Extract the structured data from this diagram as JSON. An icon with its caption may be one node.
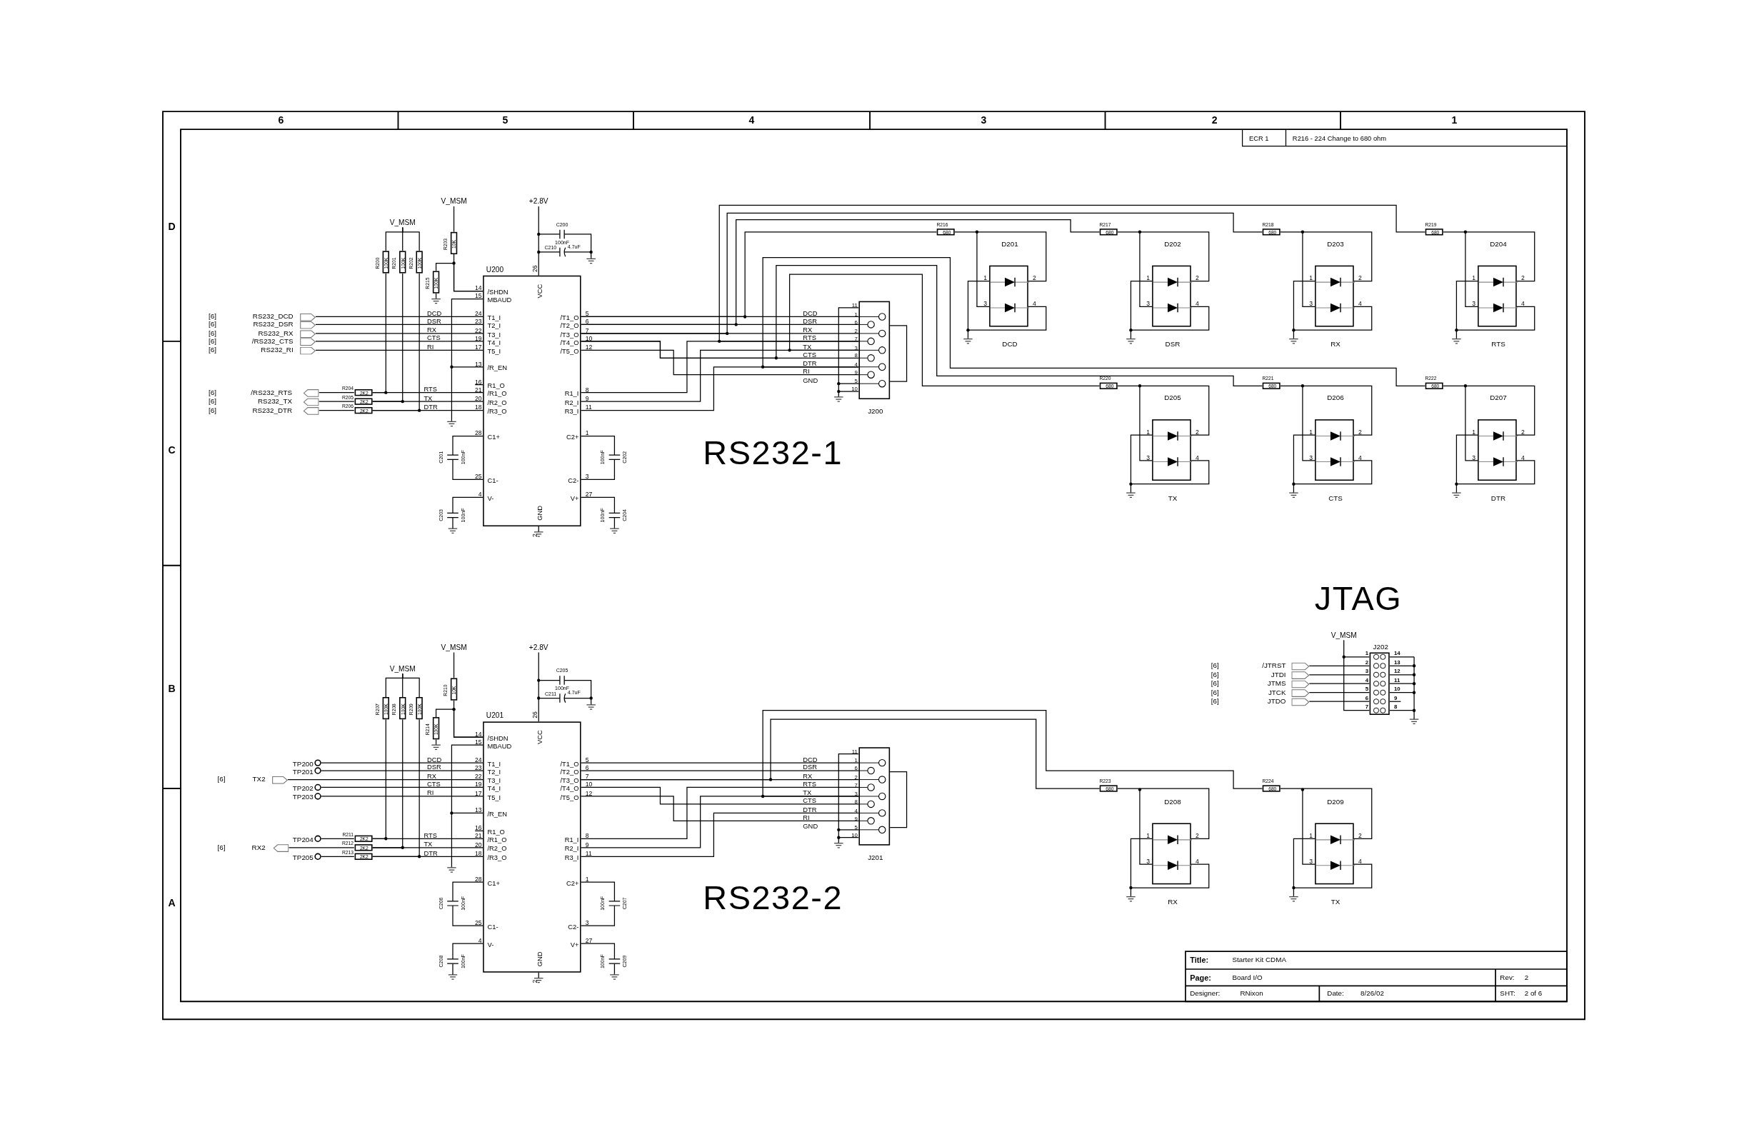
{
  "diagram": {
    "nodes": [
      {
        "text": [
          "V_MSM"
        ]
      },
      {
        "text": [
          "V_MSM"
        ]
      },
      {
        "text": [
          "+2.8V"
        ]
      },
      {
        "text": [
          "100K"
        ],
        "beside": [
          "R200"
        ]
      },
      {
        "text": [
          "100K"
        ],
        "beside": [
          "R201"
        ]
      },
      {
        "text": [
          "100K"
        ],
        "beside": [
          "R202"
        ]
      },
      {
        "text": [
          "10K"
        ],
        "beside": [
          "R203"
        ]
      },
      {
        "text": [
          "100K"
        ],
        "beside": [
          "R215"
        ]
      },
      {
        "text": [
          "U200",
          "/SHDN",
          "MBAUD",
          "T1_I",
          "T2_I",
          "T3_I",
          "T4_I",
          "T5_I",
          "/R_EN",
          "R1_O",
          "/R1_O",
          "/R2_O",
          "/R3_O",
          "C1+",
          "C1-",
          "V-",
          "VCC",
          "/T1_O",
          "/T2_O",
          "/T3_O",
          "/T4_O",
          "/T5_O",
          "R1_I",
          "R2_I",
          "R3_I",
          "C2+",
          "C2-",
          "V+",
          "GND"
        ],
        "beside": [
          "14",
          "15",
          "24",
          "23",
          "22",
          "19",
          "17",
          "13",
          "16",
          "21",
          "20",
          "18",
          "28",
          "25",
          "4",
          "26",
          "5",
          "6",
          "7",
          "10",
          "12",
          "8",
          "9",
          "11",
          "1",
          "3",
          "27",
          "2"
        ]
      },
      {
        "text": [
          "RS232_DCD"
        ]
      },
      {
        "text": [
          "RS232_DSR"
        ]
      },
      {
        "text": [
          "RS232_RX"
        ]
      },
      {
        "text": [
          "/RS232_CTS"
        ]
      },
      {
        "text": [
          "RS232_RI"
        ]
      },
      {
        "text": [
          "/RS232_RTS"
        ]
      },
      {
        "text": [
          "RS232_TX"
        ]
      },
      {
        "text": [
          "RS232_DTR"
        ]
      },
      {
        "text": [
          "2K2"
        ],
        "beside": [
          "R204"
        ]
      },
      {
        "text": [
          "2K2"
        ],
        "beside": [
          "R205"
        ]
      },
      {
        "text": [
          "2K2"
        ],
        "beside": [
          "R206"
        ]
      },
      {
        "text": [
          "J200"
        ],
        "beside": [
          "11",
          "1",
          "6",
          "2",
          "7",
          "3",
          "8",
          "4",
          "9",
          "5",
          "10"
        ]
      },
      {
        "text": [
          "680"
        ],
        "beside": [
          "R216"
        ]
      },
      {
        "text": [
          "680"
        ],
        "beside": [
          "R217"
        ]
      },
      {
        "text": [
          "680"
        ],
        "beside": [
          "R218"
        ]
      },
      {
        "text": [
          "680"
        ],
        "beside": [
          "R219"
        ]
      },
      {
        "text": [
          "680"
        ],
        "beside": [
          "R220"
        ]
      },
      {
        "text": [
          "680"
        ],
        "beside": [
          "R221"
        ]
      },
      {
        "text": [
          "680"
        ],
        "beside": [
          "R222"
        ]
      },
      {
        "text": [
          "D201"
        ],
        "beside": [
          "1",
          "2",
          "3",
          "4",
          "DCD"
        ]
      },
      {
        "text": [
          "D202"
        ],
        "beside": [
          "1",
          "2",
          "3",
          "4",
          "DSR"
        ]
      },
      {
        "text": [
          "D203"
        ],
        "beside": [
          "1",
          "2",
          "3",
          "4",
          "RX"
        ]
      },
      {
        "text": [
          "D204"
        ],
        "beside": [
          "1",
          "2",
          "3",
          "4",
          "RTS"
        ]
      },
      {
        "text": [
          "D205"
        ],
        "beside": [
          "1",
          "2",
          "3",
          "4",
          "TX"
        ]
      },
      {
        "text": [
          "D206"
        ],
        "beside": [
          "1",
          "2",
          "3",
          "4",
          "CTS"
        ]
      },
      {
        "text": [
          "D207"
        ],
        "beside": [
          "1",
          "2",
          "3",
          "4",
          "DTR"
        ]
      },
      {
        "text": [
          "V_MSM"
        ]
      },
      {
        "text": [
          "V_MSM"
        ]
      },
      {
        "text": [
          "+2.8V"
        ]
      },
      {
        "text": [
          "100K"
        ],
        "beside": [
          "R207"
        ]
      },
      {
        "text": [
          "100K"
        ],
        "beside": [
          "R208"
        ]
      },
      {
        "text": [
          "100K"
        ],
        "beside": [
          "R209"
        ]
      },
      {
        "text": [
          "10K"
        ],
        "beside": [
          "R210"
        ]
      },
      {
        "text": [
          "100K"
        ],
        "beside": [
          "R214"
        ]
      },
      {
        "text": [
          "U201",
          "/SHDN",
          "MBAUD",
          "T1_I",
          "T2_I",
          "T3_I",
          "T4_I",
          "T5_I",
          "/R_EN",
          "R1_O",
          "/R1_O",
          "/R2_O",
          "/R3_O",
          "C1+",
          "C1-",
          "V-",
          "VCC",
          "/T1_O",
          "/T2_O",
          "/T3_O",
          "/T4_O",
          "/T5_O",
          "R1_I",
          "R2_I",
          "R3_I",
          "C2+",
          "C2-",
          "V+",
          "GND"
        ],
        "beside": [
          "14",
          "15",
          "24",
          "23",
          "22",
          "19",
          "17",
          "13",
          "16",
          "21",
          "20",
          "18",
          "28",
          "25",
          "4",
          "26",
          "5",
          "6",
          "7",
          "10",
          "12",
          "8",
          "9",
          "11",
          "1",
          "3",
          "27",
          "2"
        ]
      },
      {
        "text": [
          "TP200"
        ]
      },
      {
        "text": [
          "TP201"
        ]
      },
      {
        "text": [
          "TP202"
        ]
      },
      {
        "text": [
          "TP203"
        ]
      },
      {
        "text": [
          "TP204"
        ]
      },
      {
        "text": [
          "TP205"
        ]
      },
      {
        "text": [
          "TX2"
        ]
      },
      {
        "text": [
          "RX2"
        ]
      },
      {
        "text": [
          "2K2"
        ],
        "beside": [
          "R211"
        ]
      },
      {
        "text": [
          "2K2"
        ],
        "beside": [
          "R212"
        ]
      },
      {
        "text": [
          "2K2"
        ],
        "beside": [
          "R213"
        ]
      },
      {
        "text": [
          "J201"
        ],
        "beside": [
          "11",
          "1",
          "6",
          "2",
          "7",
          "3",
          "8",
          "4",
          "9",
          "5",
          "10"
        ]
      },
      {
        "text": [
          "680"
        ],
        "beside": [
          "R223"
        ]
      },
      {
        "text": [
          "680"
        ],
        "beside": [
          "R224"
        ]
      },
      {
        "text": [
          "D208"
        ],
        "beside": [
          "1",
          "2",
          "3",
          "4",
          "RX"
        ]
      },
      {
        "text": [
          "D209"
        ],
        "beside": [
          "1",
          "2",
          "3",
          "4",
          "TX"
        ]
      },
      {
        "text": [
          "V_MSM"
        ]
      },
      {
        "text": [
          "J202"
        ],
        "beside": [
          "1",
          "2",
          "3",
          "4",
          "5",
          "6",
          "7",
          "14",
          "13",
          "12",
          "11",
          "10",
          "9",
          "8"
        ]
      },
      {
        "text": [
          "/JTRST"
        ]
      },
      {
        "text": [
          "JTDI"
        ]
      },
      {
        "text": [
          "JTMS"
        ]
      },
      {
        "text": [
          "JTCK"
        ]
      },
      {
        "text": [
          "JTDO"
        ]
      }
    ],
    "edges": [
      {
        "from": 0,
        "to": 3,
        "arrow": "none"
      },
      {
        "from": 0,
        "to": 4,
        "arrow": "none"
      },
      {
        "from": 0,
        "to": 5,
        "arrow": "none"
      },
      {
        "from": 1,
        "to": 6,
        "arrow": "none"
      },
      {
        "from": 6,
        "to": 8,
        "arrow": "none"
      },
      {
        "from": 7,
        "to": 8,
        "arrow": "none"
      },
      {
        "from": 2,
        "to": 8,
        "arrow": "none"
      },
      {
        "from": 9,
        "to": 8,
        "arrow": "none",
        "label": "DCD"
      },
      {
        "from": 10,
        "to": 8,
        "arrow": "none",
        "label": "DSR"
      },
      {
        "from": 11,
        "to": 8,
        "arrow": "none",
        "label": "RX"
      },
      {
        "from": 12,
        "to": 8,
        "arrow": "none",
        "label": "CTS"
      },
      {
        "from": 13,
        "to": 8,
        "arrow": "none",
        "label": "RI"
      },
      {
        "from": 8,
        "to": 17,
        "arrow": "none",
        "label": "RTS"
      },
      {
        "from": 8,
        "to": 18,
        "arrow": "none",
        "label": "TX"
      },
      {
        "from": 8,
        "to": 19,
        "arrow": "none",
        "label": "DTR"
      },
      {
        "from": 17,
        "to": 14,
        "arrow": "none"
      },
      {
        "from": 18,
        "to": 15,
        "arrow": "none"
      },
      {
        "from": 19,
        "to": 16,
        "arrow": "none"
      },
      {
        "from": 3,
        "to": 17,
        "arrow": "none"
      },
      {
        "from": 4,
        "to": 18,
        "arrow": "none"
      },
      {
        "from": 5,
        "to": 19,
        "arrow": "none"
      },
      {
        "from": 8,
        "to": 20,
        "arrow": "none",
        "label": "DCD"
      },
      {
        "from": 8,
        "to": 20,
        "arrow": "none",
        "label": "DSR"
      },
      {
        "from": 8,
        "to": 20,
        "arrow": "none",
        "label": "RX"
      },
      {
        "from": 8,
        "to": 20,
        "arrow": "none",
        "label": "CTS"
      },
      {
        "from": 8,
        "to": 20,
        "arrow": "none",
        "label": "RI"
      },
      {
        "from": 20,
        "to": 8,
        "arrow": "none",
        "label": "RTS"
      },
      {
        "from": 20,
        "to": 8,
        "arrow": "none",
        "label": "TX"
      },
      {
        "from": 20,
        "to": 8,
        "arrow": "none",
        "label": "DTR"
      },
      {
        "from": 8,
        "to": 21,
        "arrow": "none"
      },
      {
        "from": 8,
        "to": 22,
        "arrow": "none"
      },
      {
        "from": 8,
        "to": 23,
        "arrow": "none"
      },
      {
        "from": 20,
        "to": 24,
        "arrow": "none"
      },
      {
        "from": 20,
        "to": 25,
        "arrow": "none"
      },
      {
        "from": 8,
        "to": 26,
        "arrow": "none"
      },
      {
        "from": 20,
        "to": 27,
        "arrow": "none"
      },
      {
        "from": 21,
        "to": 28,
        "arrow": "none"
      },
      {
        "from": 22,
        "to": 29,
        "arrow": "none"
      },
      {
        "from": 23,
        "to": 30,
        "arrow": "none"
      },
      {
        "from": 24,
        "to": 31,
        "arrow": "none"
      },
      {
        "from": 25,
        "to": 32,
        "arrow": "none"
      },
      {
        "from": 26,
        "to": 33,
        "arrow": "none"
      },
      {
        "from": 27,
        "to": 34,
        "arrow": "none"
      },
      {
        "from": 35,
        "to": 38,
        "arrow": "none"
      },
      {
        "from": 35,
        "to": 39,
        "arrow": "none"
      },
      {
        "from": 35,
        "to": 40,
        "arrow": "none"
      },
      {
        "from": 36,
        "to": 41,
        "arrow": "none"
      },
      {
        "from": 41,
        "to": 43,
        "arrow": "none"
      },
      {
        "from": 42,
        "to": 43,
        "arrow": "none"
      },
      {
        "from": 37,
        "to": 43,
        "arrow": "none"
      },
      {
        "from": 44,
        "to": 43,
        "arrow": "none",
        "label": "DCD"
      },
      {
        "from": 45,
        "to": 43,
        "arrow": "none",
        "label": "DSR"
      },
      {
        "from": 50,
        "to": 43,
        "arrow": "none",
        "label": "RX"
      },
      {
        "from": 46,
        "to": 43,
        "arrow": "none",
        "label": "CTS"
      },
      {
        "from": 47,
        "to": 43,
        "arrow": "none",
        "label": "RI"
      },
      {
        "from": 43,
        "to": 52,
        "arrow": "none",
        "label": "RTS"
      },
      {
        "from": 43,
        "to": 53,
        "arrow": "none",
        "label": "TX"
      },
      {
        "from": 43,
        "to": 54,
        "arrow": "none",
        "label": "DTR"
      },
      {
        "from": 52,
        "to": 48,
        "arrow": "none"
      },
      {
        "from": 53,
        "to": 51,
        "arrow": "none"
      },
      {
        "from": 54,
        "to": 49,
        "arrow": "none"
      },
      {
        "from": 38,
        "to": 52,
        "arrow": "none"
      },
      {
        "from": 39,
        "to": 53,
        "arrow": "none"
      },
      {
        "from": 40,
        "to": 54,
        "arrow": "none"
      },
      {
        "from": 43,
        "to": 55,
        "arrow": "none",
        "label": "DCD"
      },
      {
        "from": 43,
        "to": 55,
        "arrow": "none",
        "label": "DSR"
      },
      {
        "from": 43,
        "to": 55,
        "arrow": "none",
        "label": "RX"
      },
      {
        "from": 43,
        "to": 55,
        "arrow": "none",
        "label": "CTS"
      },
      {
        "from": 43,
        "to": 55,
        "arrow": "none",
        "label": "RI"
      },
      {
        "from": 55,
        "to": 43,
        "arrow": "none",
        "label": "RTS"
      },
      {
        "from": 55,
        "to": 43,
        "arrow": "none",
        "label": "TX"
      },
      {
        "from": 55,
        "to": 43,
        "arrow": "none",
        "label": "DTR"
      },
      {
        "from": 43,
        "to": 56,
        "arrow": "none"
      },
      {
        "from": 55,
        "to": 57,
        "arrow": "none"
      },
      {
        "from": 56,
        "to": 58,
        "arrow": "none"
      },
      {
        "from": 57,
        "to": 59,
        "arrow": "none"
      },
      {
        "from": 60,
        "to": 61,
        "arrow": "none"
      },
      {
        "from": 62,
        "to": 61,
        "arrow": "none"
      },
      {
        "from": 63,
        "to": 61,
        "arrow": "none"
      },
      {
        "from": 64,
        "to": 61,
        "arrow": "none"
      },
      {
        "from": 65,
        "to": 61,
        "arrow": "none"
      },
      {
        "from": 66,
        "to": 61,
        "arrow": "none"
      }
    ],
    "labels": [
      "6",
      "5",
      "4",
      "3",
      "2",
      "1",
      "ECR 1",
      "R216 - 224 Change to 680 ohm",
      "D",
      "C200",
      "100nF",
      "C210",
      "4.7uF",
      "[6]",
      "[6]",
      "[6]",
      "[6]",
      "[6]",
      "GND",
      "[6]",
      "[6]",
      "[6]",
      "C",
      "C201",
      "100nF",
      "100nF",
      "C202",
      "RS232-1",
      "C203",
      "100nF",
      "100nF",
      "C204",
      "JTAG",
      "C205",
      "[6]",
      "[6]",
      "B",
      "C211",
      "100nF",
      "4.7uF",
      "[6]",
      "[6]",
      "[6]",
      "[6]",
      "GND",
      "[6]",
      "A",
      "C206",
      "100nF",
      "100nF",
      "C207",
      "RS232-2",
      "C208",
      "100nF",
      "100nF",
      "C209",
      "Title:",
      "Starter Kit CDMA",
      "Page:",
      "Board I/O",
      "Rev:",
      "2",
      "Designer:",
      "RNixon",
      "Date:",
      "8/26/02",
      "SHT:",
      "2 of 6"
    ]
  }
}
